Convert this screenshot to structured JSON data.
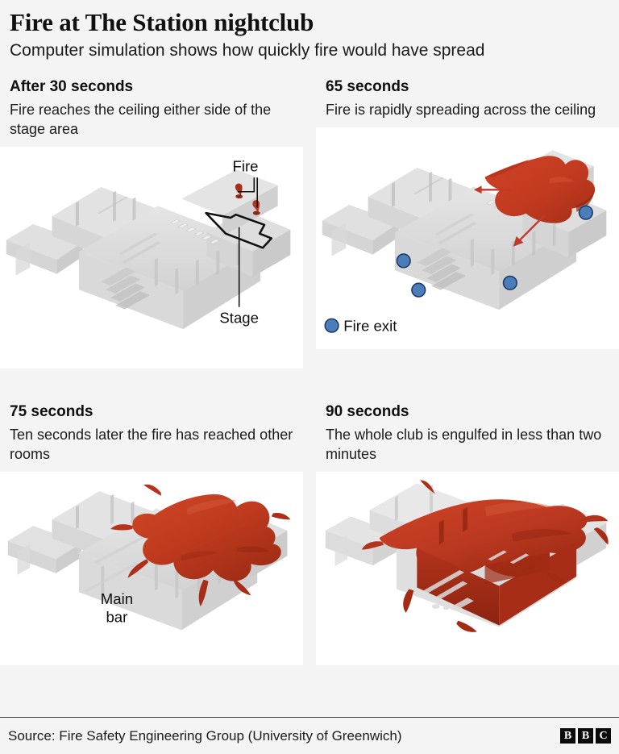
{
  "header": {
    "title": "Fire at The Station nightclub",
    "subtitle": "Computer simulation shows how quickly fire would have spread"
  },
  "panels": [
    {
      "id": "panel-30s",
      "title": "After 30 seconds",
      "description": "Fire reaches the ceiling either side of the stage area",
      "annotations": {
        "fire": "Fire",
        "stage": "Stage"
      }
    },
    {
      "id": "panel-65s",
      "title": "65 seconds",
      "description": "Fire is rapidly spreading across the ceiling",
      "legend": {
        "fire_exit": "Fire exit"
      }
    },
    {
      "id": "panel-75s",
      "title": "75 seconds",
      "description": "Ten seconds later the fire has reached other rooms",
      "annotations": {
        "main_bar_line1": "Main",
        "main_bar_line2": "bar"
      }
    },
    {
      "id": "panel-90s",
      "title": "90 seconds",
      "description": "The whole club is engulfed in less than two minutes"
    }
  ],
  "footer": {
    "source": "Source: Fire Safety Engineering Group (University of Greenwich)",
    "logo": {
      "b1": "B",
      "b2": "B",
      "c": "C"
    }
  },
  "colors": {
    "fire_red": "#c0392b",
    "fire_red_dark": "#9e2b18",
    "fire_exit_blue": "#4a7ebb",
    "fire_exit_stroke": "#1f3864",
    "building_grey": "#d9d9d9",
    "page_background": "#f4f4f4",
    "panel_background": "#ffffff",
    "text": "#111111"
  }
}
